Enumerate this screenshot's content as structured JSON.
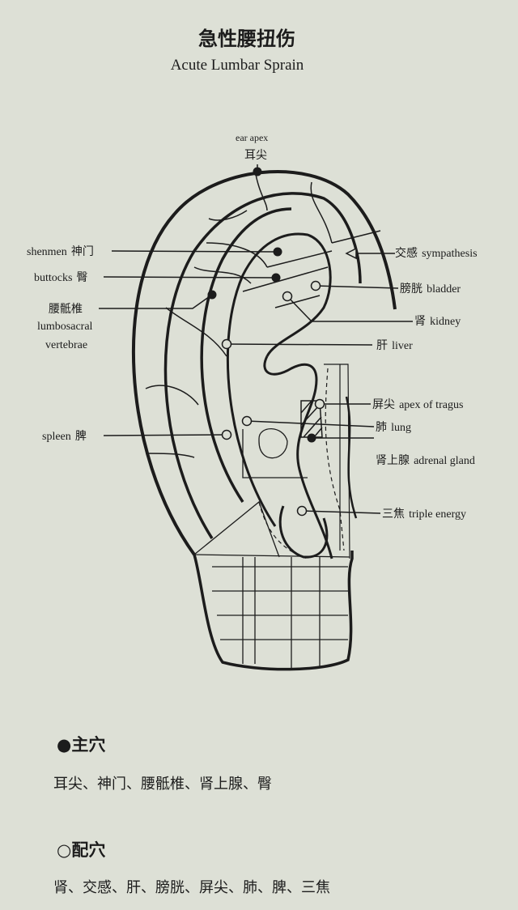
{
  "title": {
    "chinese": "急性腰扭伤",
    "english": "Acute Lumbar Sprain"
  },
  "points": {
    "ear_apex": {
      "en": "ear apex",
      "cn": "耳尖"
    },
    "shenmen": {
      "en": "shenmen",
      "cn": "神门"
    },
    "buttocks": {
      "en": "buttocks",
      "cn": "臀"
    },
    "lumbosacral": {
      "cn": "腰骶椎",
      "en1": "lumbosacral",
      "en2": "vertebrae"
    },
    "spleen": {
      "en": "spleen",
      "cn": "脾"
    },
    "sympathesis": {
      "cn": "交感",
      "en": "sympathesis"
    },
    "bladder": {
      "cn": "膀胱",
      "en": "bladder"
    },
    "kidney": {
      "cn": "肾",
      "en": "kidney"
    },
    "liver": {
      "cn": "肝",
      "en": "liver"
    },
    "apex_tragus": {
      "cn": "屏尖",
      "en": "apex of tragus"
    },
    "lung": {
      "cn": "肺",
      "en": "lung"
    },
    "adrenal": {
      "cn": "肾上腺",
      "en": "adrenal gland"
    },
    "triple_energy": {
      "cn": "三焦",
      "en": "triple energy"
    }
  },
  "main_points": {
    "heading": "●主穴",
    "list": "耳尖、神门、腰骶椎、肾上腺、臀"
  },
  "secondary_points": {
    "heading": "○配穴",
    "list": "肾、交感、肝、膀胱、屏尖、肺、脾、三焦"
  },
  "colors": {
    "background": "#dde0d6",
    "ink": "#1c1c1c"
  }
}
